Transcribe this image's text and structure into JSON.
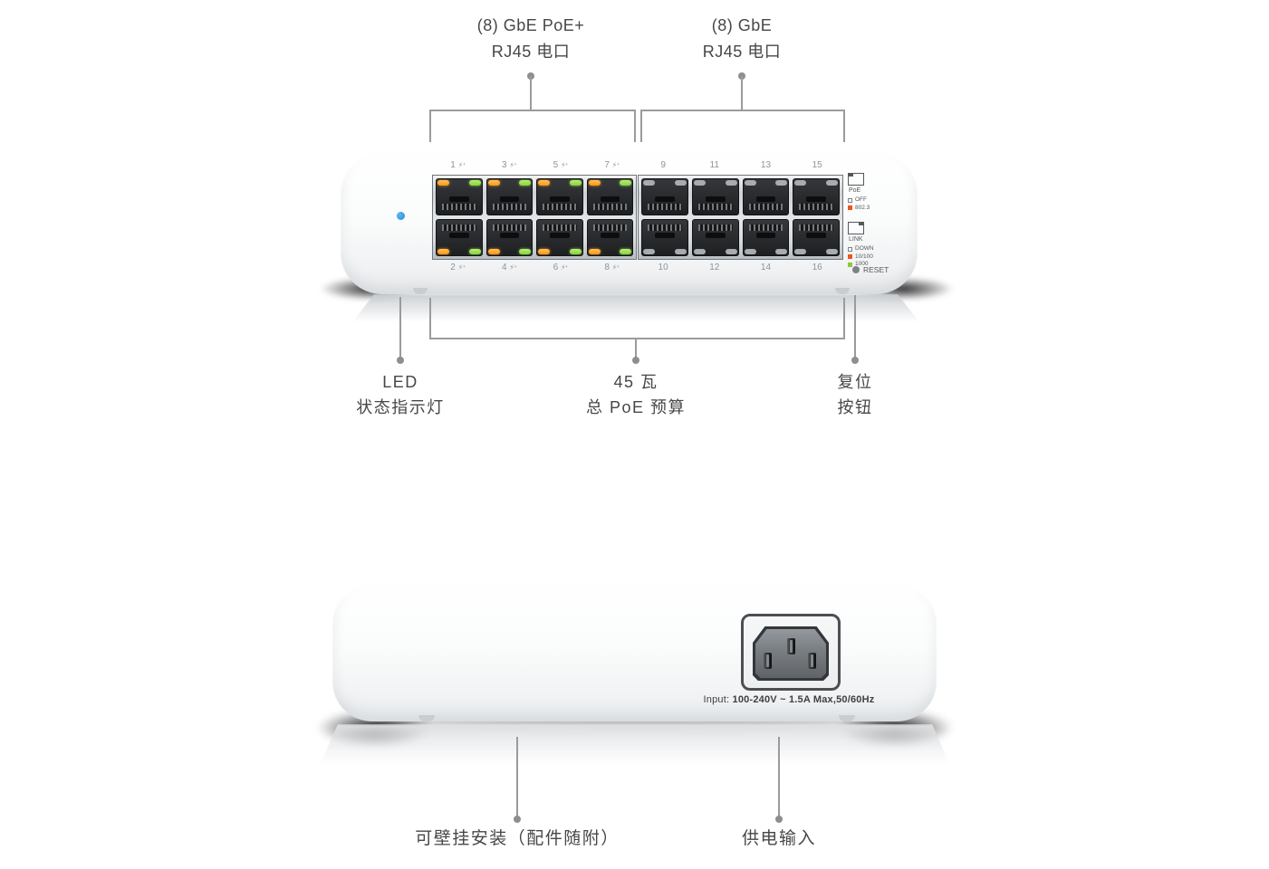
{
  "product": "16-port PoE switch front and back views",
  "colors": {
    "accent_blue": "#2e9fe8",
    "led_orange": "#ff9c1f",
    "led_green": "#97dd55",
    "legend_orange": "#f0551d",
    "legend_green": "#8dc63f",
    "callout_gray": "#9b9b9b",
    "text_gray": "#474747"
  },
  "front_view": {
    "callout_top_left": {
      "line1": "(8) GbE PoE+",
      "line2": "RJ45 电口"
    },
    "callout_top_right": {
      "line1": "(8) GbE",
      "line2": "RJ45 电口"
    },
    "ports": {
      "poe_suffix": "⚡⁺",
      "top_labels": [
        {
          "n": "1",
          "poe": true
        },
        {
          "n": "3",
          "poe": true
        },
        {
          "n": "5",
          "poe": true
        },
        {
          "n": "7",
          "poe": true
        },
        {
          "n": "9",
          "poe": false
        },
        {
          "n": "11",
          "poe": false
        },
        {
          "n": "13",
          "poe": false
        },
        {
          "n": "15",
          "poe": false
        }
      ],
      "bottom_labels": [
        {
          "n": "2",
          "poe": true
        },
        {
          "n": "4",
          "poe": true
        },
        {
          "n": "6",
          "poe": true
        },
        {
          "n": "8",
          "poe": true
        },
        {
          "n": "10",
          "poe": false
        },
        {
          "n": "12",
          "poe": false
        },
        {
          "n": "14",
          "poe": false
        },
        {
          "n": "16",
          "poe": false
        }
      ]
    },
    "legend": {
      "poe_title": "PoE",
      "poe_items": [
        {
          "label": "OFF",
          "swatch": "outline"
        },
        {
          "label": "802.3",
          "swatch": "#f0551d"
        }
      ],
      "link_title": "LINK",
      "link_items": [
        {
          "label": "DOWN",
          "swatch": "outline"
        },
        {
          "label": "10/100",
          "swatch": "#f0551d"
        },
        {
          "label": "1000",
          "swatch": "#8dc63f"
        }
      ],
      "reset_label": "RESET"
    },
    "callout_bottom_left": {
      "line1": "LED",
      "line2": "状态指示灯"
    },
    "callout_bottom_center": {
      "line1": "45 瓦",
      "line2": "总 PoE 预算"
    },
    "callout_bottom_right": {
      "line1": "复位",
      "line2": "按钮"
    }
  },
  "back_view": {
    "power_label_prefix": "Input: ",
    "power_label_bold": "100-240V ~ 1.5A Max,50/60Hz",
    "callout_left": "可壁挂安装（配件随附）",
    "callout_right": "供电输入"
  }
}
